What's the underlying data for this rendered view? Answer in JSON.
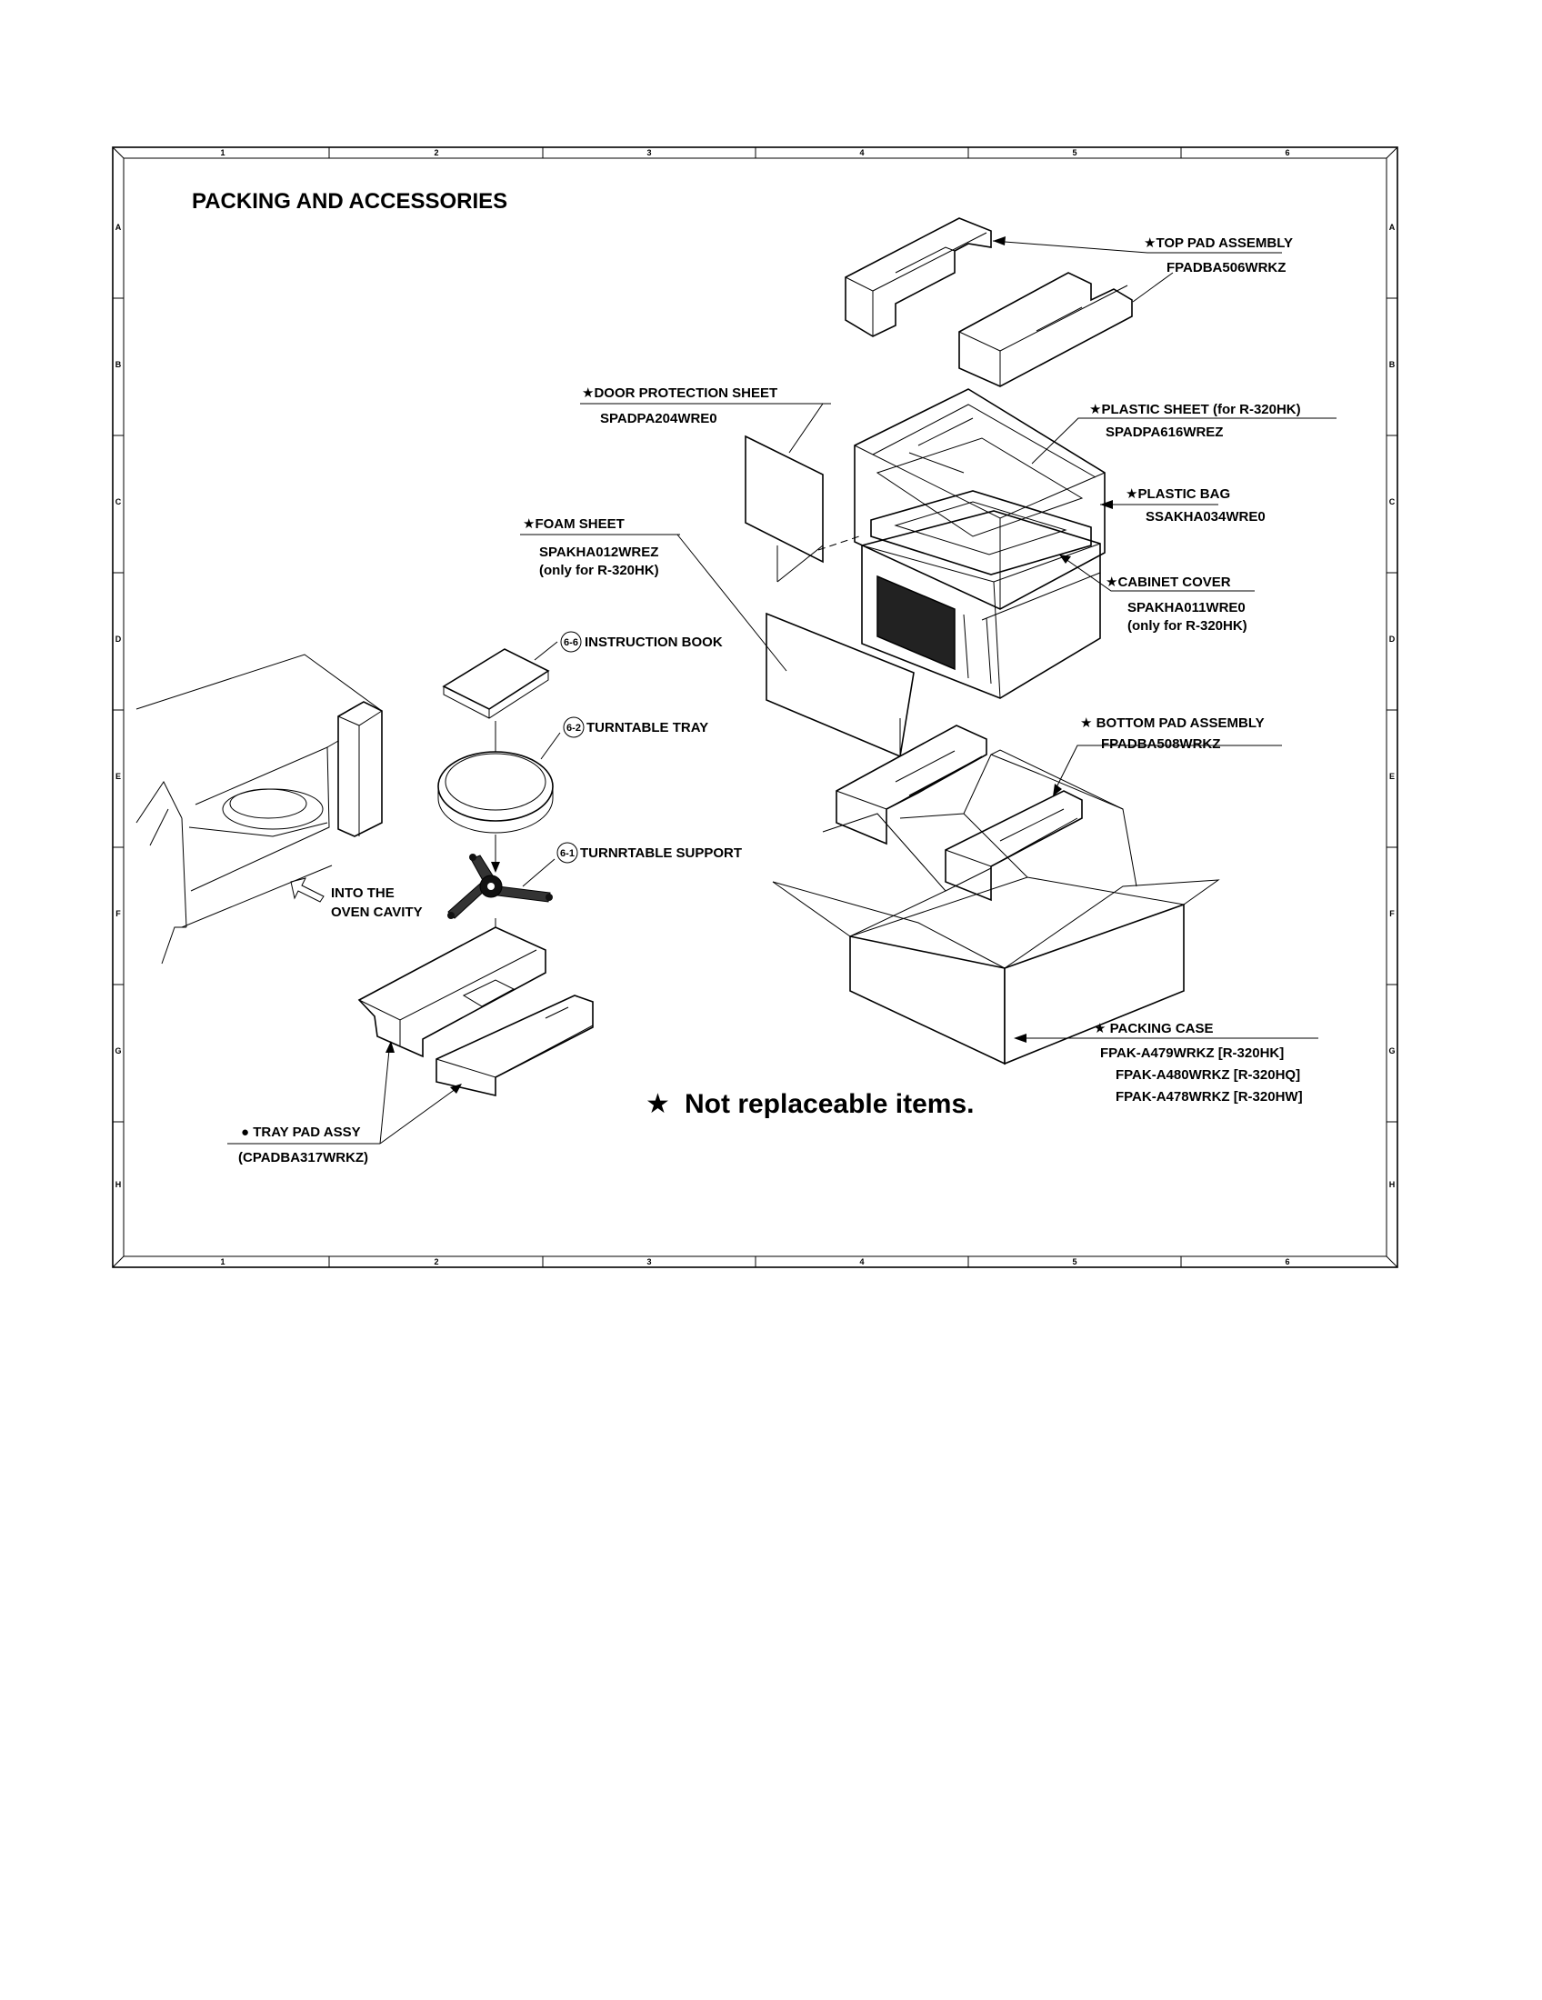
{
  "page": {
    "title": "PACKING AND ACCESSORIES",
    "note_star": "★",
    "note": "Not replaceable items."
  },
  "frame": {
    "columns": [
      "1",
      "2",
      "3",
      "4",
      "5",
      "6"
    ],
    "rows": [
      "A",
      "B",
      "C",
      "D",
      "E",
      "F",
      "G",
      "H"
    ]
  },
  "parts": {
    "top_pad": {
      "name": "★TOP PAD ASSEMBLY",
      "code": "FPADBA506WRKZ"
    },
    "door_sheet": {
      "name": "★DOOR PROTECTION SHEET",
      "code": "SPADPA204WRE0"
    },
    "plastic_sheet": {
      "name": "★PLASTIC SHEET (for  R-320HK)",
      "code": "SPADPA616WREZ"
    },
    "plastic_bag": {
      "name": "★PLASTIC BAG",
      "code": "SSAKHA034WRE0"
    },
    "foam_sheet": {
      "name": "★FOAM SHEET",
      "code": "SPAKHA012WREZ",
      "note": "(only for R-320HK)"
    },
    "cabinet_cover": {
      "name": "★CABINET COVER",
      "code": "SPAKHA011WRE0",
      "note": "(only for R-320HK)"
    },
    "instruction_book": {
      "ref": "6-6",
      "name": "INSTRUCTION BOOK"
    },
    "turntable_tray": {
      "ref": "6-2",
      "name": "TURNTABLE TRAY"
    },
    "turntable_support": {
      "ref": "6-1",
      "name": "TURNRTABLE SUPPORT"
    },
    "bottom_pad": {
      "name": "★ BOTTOM PAD ASSEMBLY",
      "code": "FPADBA508WRKZ"
    },
    "oven_cavity": {
      "line1": "INTO THE",
      "line2": "OVEN CAVITY"
    },
    "packing_case": {
      "name": "★ PACKING CASE",
      "codes": [
        "FPAK-A479WRKZ [R-320HK]",
        "FPAK-A480WRKZ [R-320HQ]",
        "FPAK-A478WRKZ [R-320HW]"
      ]
    },
    "tray_pad": {
      "name": "● TRAY PAD ASSY",
      "code": "(CPADBA317WRKZ)"
    }
  }
}
